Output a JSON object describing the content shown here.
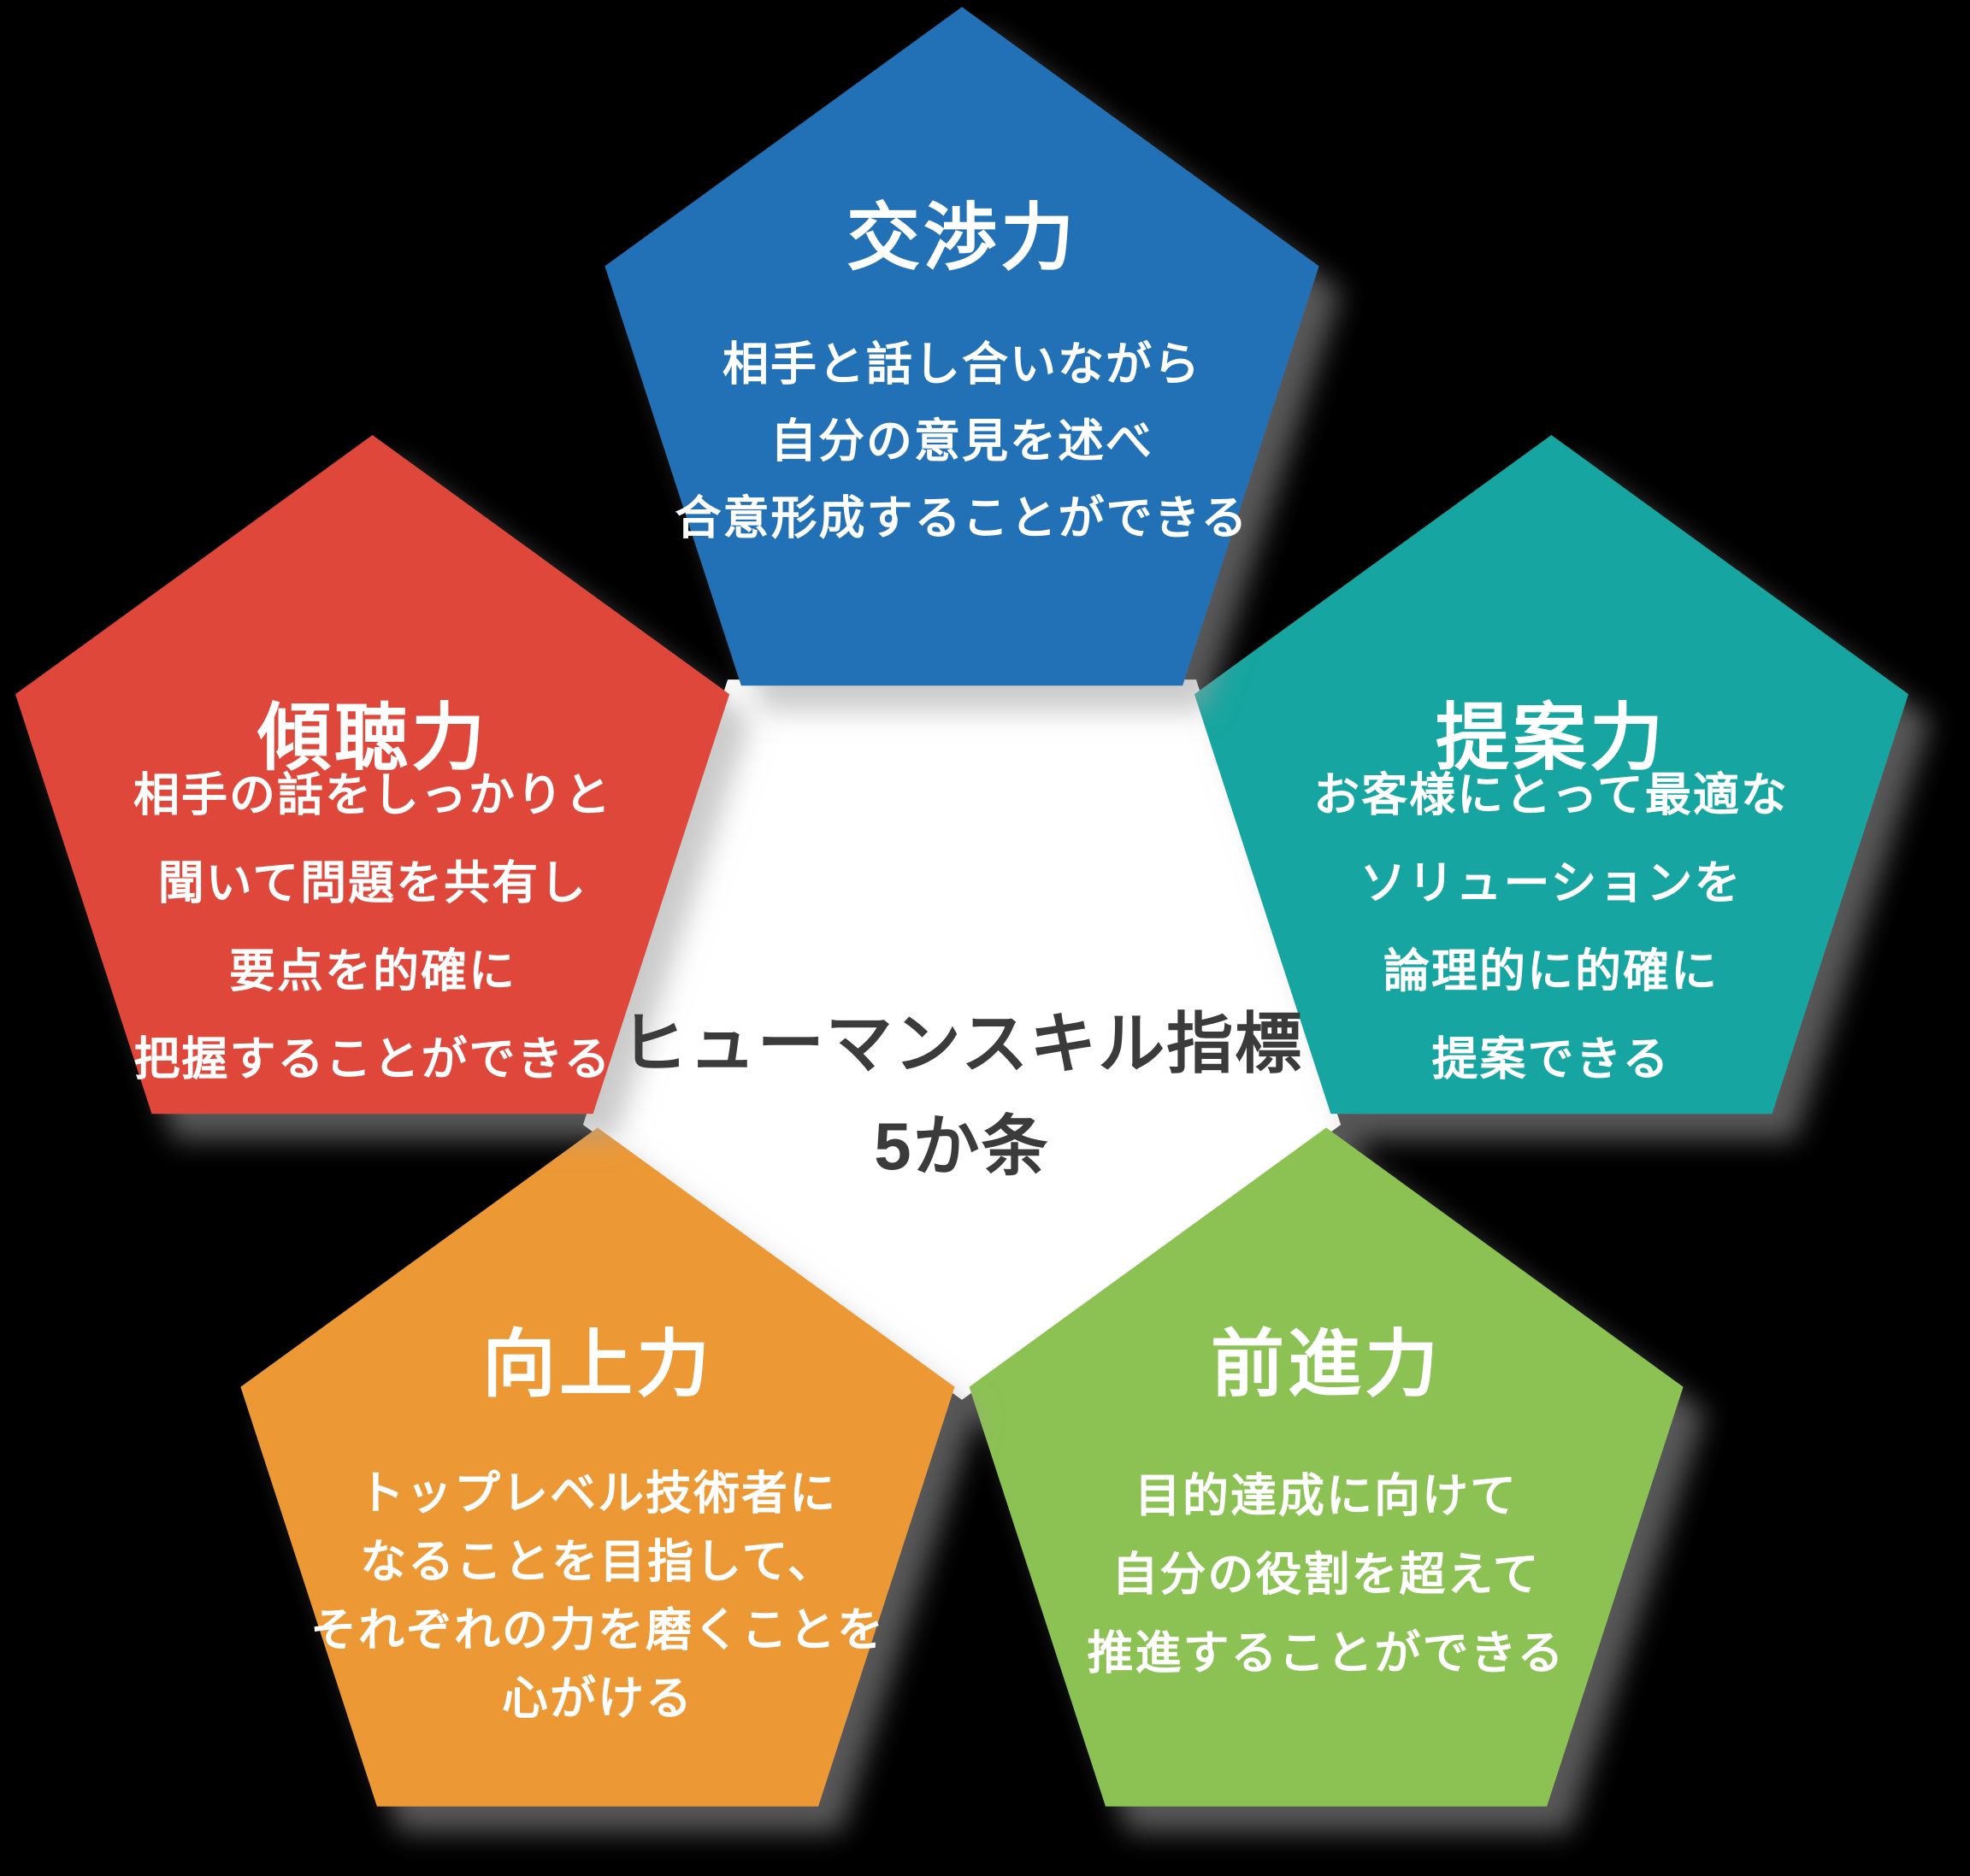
{
  "background": "#000000",
  "center": {
    "title_line1": "ヒューマンスキル指標",
    "title_line2": "5か条",
    "fill": "#ffffff",
    "text_color": "#3b3b3b"
  },
  "shadow_color": "#a0a0a0",
  "pentagons": [
    {
      "position": "top",
      "title": "交渉力",
      "color": "#216fb6",
      "lines": [
        "相手と話し合いながら",
        "自分の意見を述べ",
        "合意形成することができる"
      ]
    },
    {
      "position": "right",
      "title": "提案力",
      "color": "#14a5a0",
      "lines": [
        "お客様にとって最適な",
        "ソリューションを",
        "論理的に的確に",
        "提案できる"
      ]
    },
    {
      "position": "bottom-right",
      "title": "前進力",
      "color": "#8cc153",
      "lines": [
        "目的達成に向けて",
        "自分の役割を超えて",
        "推進することができる"
      ]
    },
    {
      "position": "bottom-left",
      "title": "向上力",
      "color": "#ec9834",
      "lines": [
        "トップレベル技術者に",
        "なることを目指して、",
        "それぞれの力を磨くことを",
        "心がける"
      ]
    },
    {
      "position": "left",
      "title": "傾聴力",
      "color": "#e0473a",
      "lines": [
        "相手の話をしっかりと",
        "聞いて問題を共有し",
        "要点を的確に",
        "把握することができる"
      ]
    }
  ]
}
